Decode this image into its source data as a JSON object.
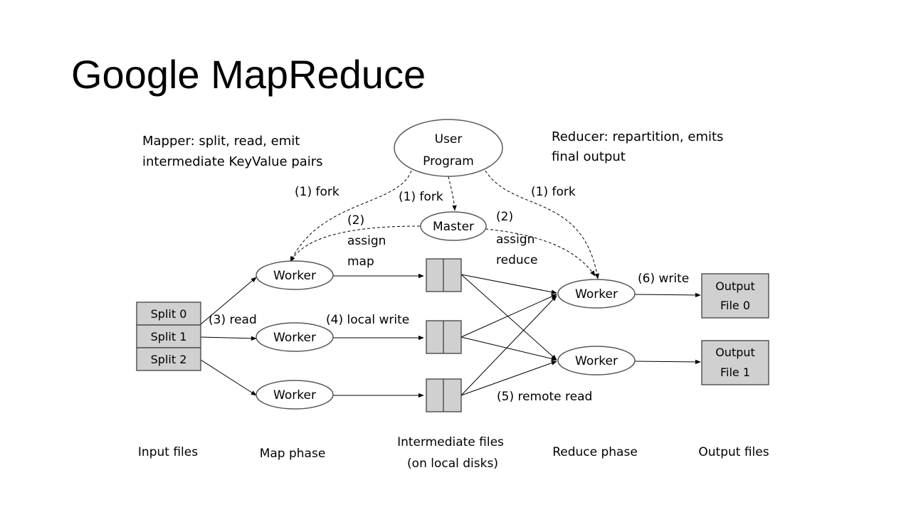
{
  "title": "Google MapReduce",
  "notes": {
    "mapper": [
      "Mapper: split, read, emit",
      "intermediate KeyValue pairs"
    ],
    "reducer": [
      "Reducer: repartition, emits",
      "final output"
    ]
  },
  "nodes": {
    "user_program": [
      "User",
      "Program"
    ],
    "master": "Master",
    "worker": "Worker",
    "splits": [
      "Split 0",
      "Split 1",
      "Split 2"
    ],
    "outputs": [
      [
        "Output",
        "File 0"
      ],
      [
        "Output",
        "File 1"
      ]
    ]
  },
  "edge_labels": {
    "fork": "(1) fork",
    "assign_map": [
      "(2)",
      "assign",
      "map"
    ],
    "assign_reduce": [
      "(2)",
      "assign",
      "reduce"
    ],
    "read": "(3) read",
    "local_write": "(4) local write",
    "remote_read": "(5) remote read",
    "write": "(6) write"
  },
  "phases": {
    "input": "Input files",
    "map": "Map phase",
    "intermediate": [
      "Intermediate files",
      "(on local disks)"
    ],
    "reduce": "Reduce phase",
    "output": "Output files"
  }
}
